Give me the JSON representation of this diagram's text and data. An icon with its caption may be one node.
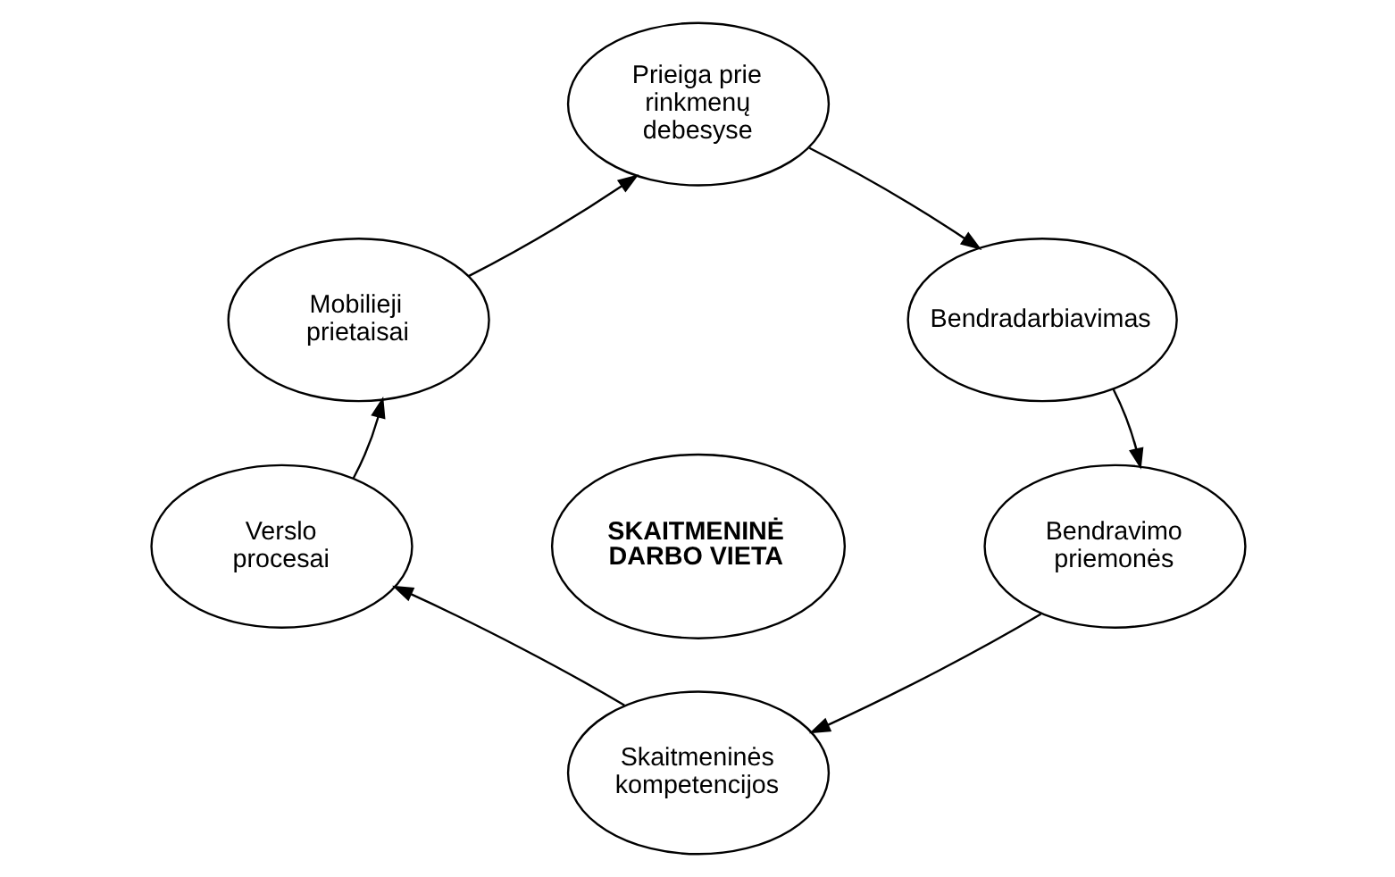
{
  "diagram": {
    "nodes": [
      {
        "text": [
          "Prieiga prie rinkmenų debesyse"
        ]
      },
      {
        "text": [
          "Mobilieji prietaisai"
        ]
      },
      {
        "text": [
          "Bendradarbiavimas"
        ]
      },
      {
        "text": [
          "SKAITMENINĖ DARBO VIETA"
        ]
      },
      {
        "text": [
          "Verslo procesai"
        ]
      },
      {
        "text": [
          "Bendravimo priemonės"
        ]
      },
      {
        "text": [
          "Skaitmeninės kompetencijos"
        ]
      }
    ],
    "edges": [
      {
        "from": 1,
        "to": 0,
        "arrow": "to"
      },
      {
        "from": 0,
        "to": 2,
        "arrow": "to"
      },
      {
        "from": 2,
        "to": 5,
        "arrow": "to"
      },
      {
        "from": 5,
        "to": 6,
        "arrow": "to"
      },
      {
        "from": 6,
        "to": 4,
        "arrow": "to"
      },
      {
        "from": 4,
        "to": 1,
        "arrow": "to"
      }
    ]
  }
}
